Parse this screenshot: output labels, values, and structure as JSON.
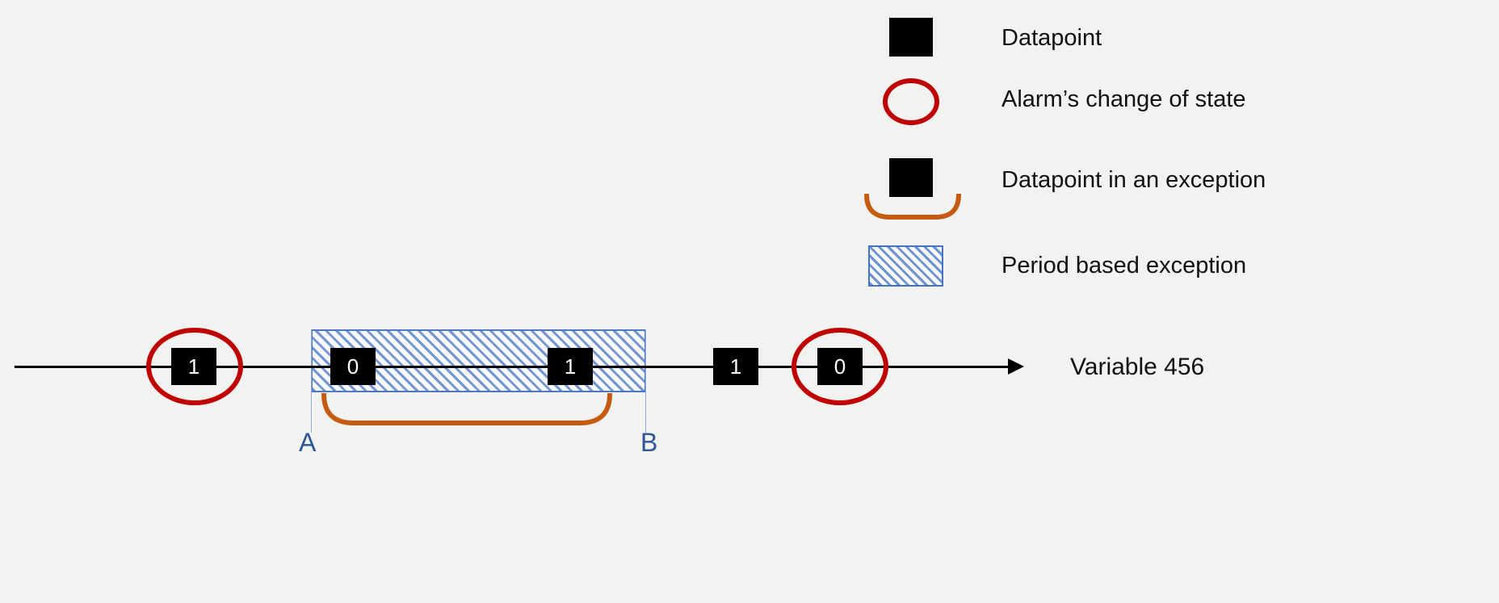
{
  "colors": {
    "background": "#f2f2f1",
    "datapoint_fill": "#000000",
    "alarm_circle": "#c00000",
    "exception_bracket": "#c55a11",
    "period_stripe": "#4472c4",
    "ab_label": "#2e5597"
  },
  "timeline": {
    "label": "Variable 456",
    "datapoints": [
      {
        "value": "1",
        "alarm": true,
        "in_period": false
      },
      {
        "value": "0",
        "alarm": false,
        "in_period": true
      },
      {
        "value": "1",
        "alarm": false,
        "in_period": true
      },
      {
        "value": "1",
        "alarm": false,
        "in_period": false
      },
      {
        "value": "0",
        "alarm": true,
        "in_period": false
      }
    ],
    "period_exception": {
      "start_label": "A",
      "end_label": "B"
    }
  },
  "legend": {
    "items": [
      {
        "label": "Datapoint"
      },
      {
        "label": "Alarm’s change of state"
      },
      {
        "label": "Datapoint in an exception"
      },
      {
        "label": "Period based exception"
      }
    ]
  }
}
